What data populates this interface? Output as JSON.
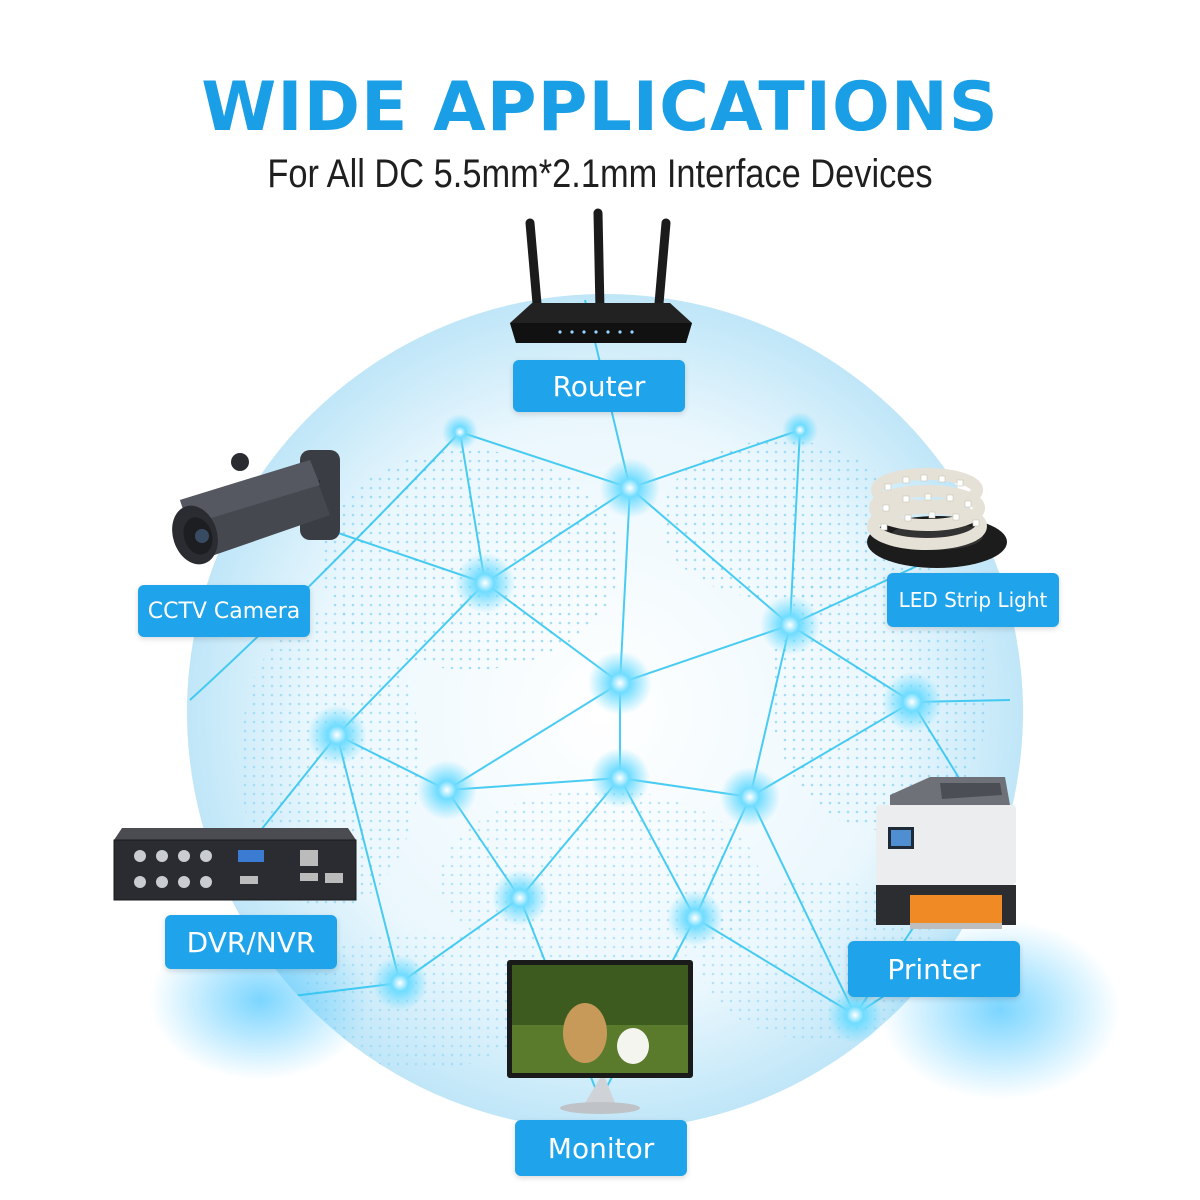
{
  "header": {
    "title": "WIDE APPLICATIONS",
    "subtitle": "For All DC 5.5mm*2.1mm Interface Devices"
  },
  "devices": {
    "router": "Router",
    "cctv": "CCTV Camera",
    "led": "LED Strip Light",
    "dvr": "DVR/NVR",
    "printer": "Printer",
    "monitor": "Monitor"
  },
  "colors": {
    "accent": "#1fa3ea",
    "title": "#1a9fe6",
    "network": "#2cc4f0"
  }
}
